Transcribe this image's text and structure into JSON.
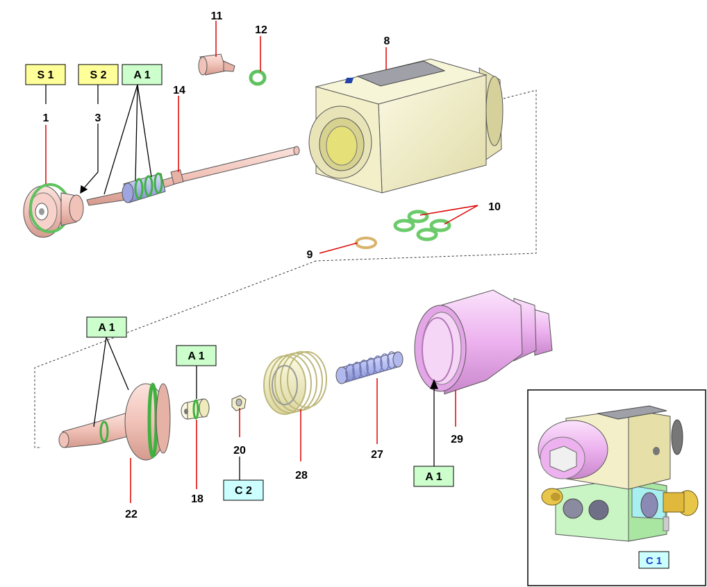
{
  "tags": {
    "s1": "S 1",
    "s2": "S 2",
    "a1_top": "A 1",
    "a1_left": "A 1",
    "a1_mid": "A 1",
    "a1_bottom": "A 1",
    "c2": "C 2",
    "c1": "C 1"
  },
  "tag_colors": {
    "S": "#ffff99",
    "A": "#ccffcc",
    "C": "#ccffff"
  },
  "part_numbers": {
    "p1": "1",
    "p3": "3",
    "p8": "8",
    "p9": "9",
    "p10": "10",
    "p11": "11",
    "p12": "12",
    "p14": "14",
    "p18": "18",
    "p20": "20",
    "p22": "22",
    "p27": "27",
    "p28": "28",
    "p29": "29"
  },
  "part_colors": {
    "body_block": "#f3f0c9",
    "seal_green": "#7fd37f",
    "stem_pink": "#f1c2b8",
    "housing_violet": "#ecb1ee",
    "spring_violet": "#b1b8ee",
    "spring_yellow": "#f3f0b8",
    "leader_red": "#dd0000"
  }
}
